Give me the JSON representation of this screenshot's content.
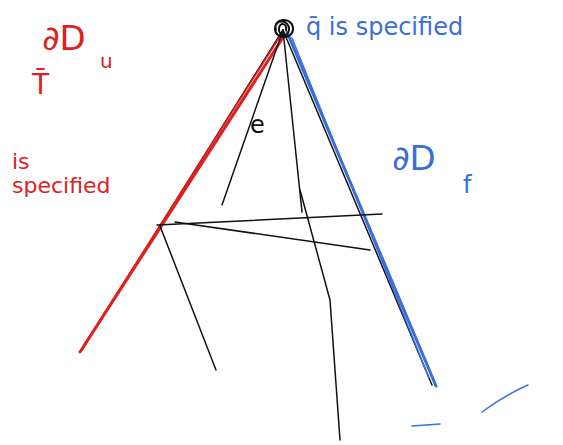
{
  "diagram": {
    "labels": [
      "∂D",
      "u",
      "T̄",
      "is specified",
      "q̄ is specified",
      "∂D",
      "f",
      "e"
    ]
  }
}
